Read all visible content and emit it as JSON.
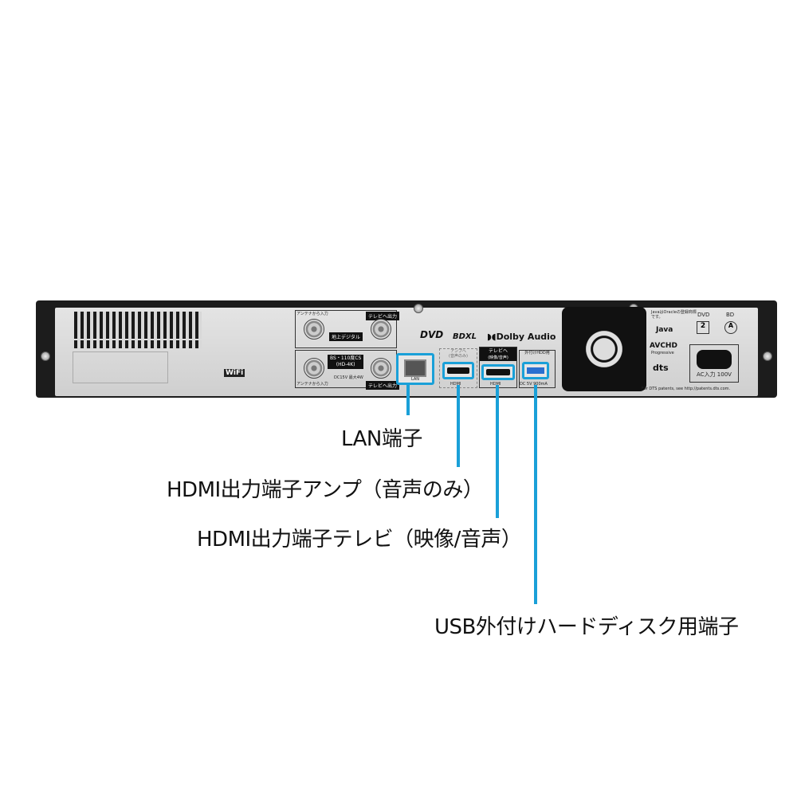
{
  "callouts": [
    {
      "label": "LAN端子"
    },
    {
      "label": "HDMI出力端子アンプ（音声のみ）"
    },
    {
      "label": "HDMI出力端子テレビ（映像/音声）"
    },
    {
      "label": "USB外付けハードディスク用端子"
    }
  ],
  "accent_color": "#1aa0d8",
  "device": {
    "antenna": {
      "in_label": "アンテナから入力",
      "out_label": "テレビへ出力",
      "terrestrial": "地上デジタル",
      "satellite": "BS・110度CS",
      "satellite_sub": "(HD-4K)",
      "power_note": "DC15V",
      "power_note2": "最大4W"
    },
    "ports": {
      "lan": "LAN",
      "hdmi_amp_top": "アンプへ",
      "hdmi_amp_sub": "(音声のみ)",
      "hdmi_label": "HDMI",
      "hdmi_tv_top": "テレビへ",
      "hdmi_tv_sub": "(映像/音声)",
      "usb_top": "外付けHDD用",
      "usb_bottom": "DC 5V 900mA"
    },
    "logos": {
      "dvd": "DVD",
      "bdxl": "BDXL",
      "dolby": "Dolby Audio",
      "java": "Java",
      "avchd": "AVCHD",
      "avchd_sub": "Progressive",
      "dts": "dts",
      "wifi": "WiFi",
      "region_dvd": "DVD",
      "region_bd": "BD",
      "region_dvd_code": "2",
      "region_bd_code": "A"
    },
    "ac_label": "AC入力 100V",
    "dts_note": "For DTS patents, see http://patents.dts.com.",
    "java_note": "JavaはOracleの登録商標です。"
  },
  "icons": [
    "lan-port-icon",
    "hdmi-port-icon",
    "usb-port-icon",
    "coax-connector-icon",
    "fan-icon",
    "power-inlet-icon"
  ]
}
